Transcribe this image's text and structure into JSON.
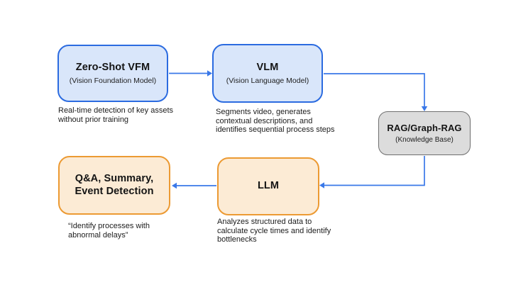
{
  "colors": {
    "blue_fill": "#D9E6FA",
    "blue_border": "#2B6BE0",
    "orange_fill": "#FCEBD5",
    "orange_border": "#EC9A33",
    "gray_fill": "#DCDCDC",
    "gray_border": "#6F6F6F",
    "arrow_blue": "#3A78E8",
    "text": "#1B1B1B"
  },
  "nodes": {
    "vfm": {
      "title": "Zero-Shot VFM",
      "subtitle": "(Vision Foundation Model)",
      "caption": "Real-time detection of key assets\nwithout prior training"
    },
    "vlm": {
      "title": "VLM",
      "subtitle": "(Vision Language Model)",
      "caption": "Segments video, generates\ncontextual descriptions, and\nidentifies sequential process steps"
    },
    "rag": {
      "title": "RAG/Graph-RAG",
      "subtitle": "(Knowledge Base)"
    },
    "llm": {
      "title": "LLM",
      "caption": "Analyzes structured data to\ncalculate cycle times and identify\nbottlenecks"
    },
    "qa": {
      "title": "Q&A, Summary,\nEvent Detection",
      "caption": "“Identify processes with\nabnormal delays”"
    }
  },
  "edges": [
    {
      "from": "Zero-Shot VFM",
      "to": "VLM"
    },
    {
      "from": "VLM",
      "to": "RAG/Graph-RAG"
    },
    {
      "from": "RAG/Graph-RAG",
      "to": "LLM"
    },
    {
      "from": "LLM",
      "to": "Q&A, Summary, Event Detection"
    }
  ]
}
